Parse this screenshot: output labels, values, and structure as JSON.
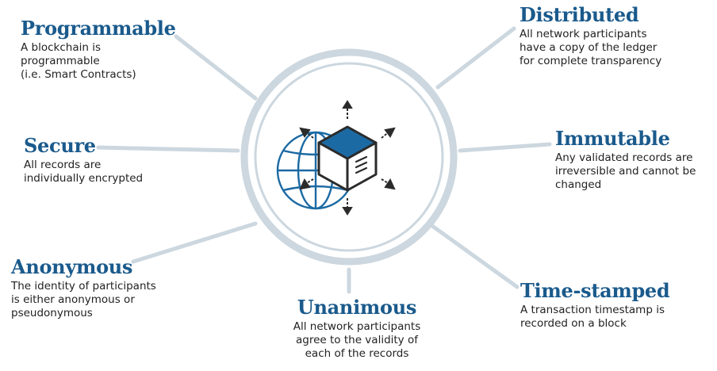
{
  "features": {
    "programmable": {
      "title": "Programmable",
      "lines": [
        "A blockchain is",
        "programmable",
        "(i.e. Smart Contracts)"
      ]
    },
    "distributed": {
      "title": "Distributed",
      "lines": [
        "All network participants",
        "have a copy of the ledger",
        "for complete transparency"
      ]
    },
    "secure": {
      "title": "Secure",
      "lines": [
        "All records are",
        "individually encrypted"
      ]
    },
    "immutable": {
      "title": "Immutable",
      "lines": [
        "Any validated records are",
        "irreversible and cannot be",
        "changed"
      ]
    },
    "anonymous": {
      "title": "Anonymous",
      "lines": [
        "The identity of participants",
        "is either anonymous or",
        "pseudonymous"
      ]
    },
    "timestamped": {
      "title": "Time-stamped",
      "lines": [
        "A transaction timestamp is",
        "recorded on a block"
      ]
    },
    "unanimous": {
      "title": "Unanimous",
      "lines": [
        "All network participants",
        "agree to the validity of",
        "each of the records"
      ]
    }
  },
  "colors": {
    "title": "#1a5a8c",
    "ring": "#ccd7df",
    "connector": "#ccd7df",
    "cube_top": "#1c6aa3",
    "cube_side": "#ffffff",
    "icon_stroke": "#2b2b2b",
    "globe": "#1c6aa3"
  },
  "icons": [
    "blockchain-cube-icon",
    "globe-icon",
    "expand-arrows-icon",
    "document-lines-icon"
  ]
}
